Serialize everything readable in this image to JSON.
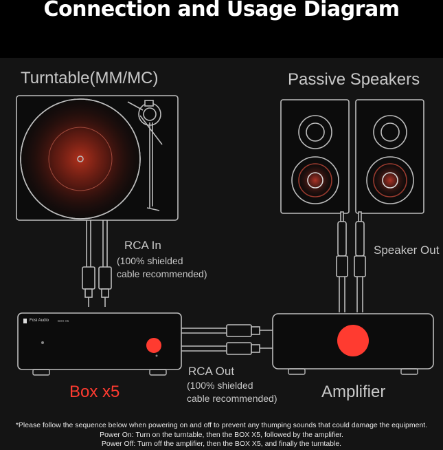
{
  "title": "Connection and Usage Diagram",
  "labels": {
    "turntable": "Turntable(MM/MC)",
    "speakers": "Passive Speakers",
    "rca_in": "RCA In",
    "rca_in_note_1": "(100% shielded",
    "rca_in_note_2": "cable recommended)",
    "speaker_out": "Speaker Out",
    "rca_out": "RCA Out",
    "rca_out_note_1": "(100% shielded",
    "rca_out_note_2": "cable recommended)",
    "box": "Box x5",
    "amplifier": "Amplifier",
    "device_brand": "Fosi Audio",
    "device_model": "BOX X5"
  },
  "notes": [
    "*Please follow the sequence below when powering on and off to prevent any thumping sounds that could damage the equipment.",
    "Power On: Turn on the turntable, then the BOX X5, followed by the amplifier.",
    "Power Off: Turn off the amplifier, then the BOX X5, and finally the turntable."
  ],
  "colors": {
    "accent": "#ff3b30",
    "line": "#bdbdbd",
    "background": "#141414"
  }
}
